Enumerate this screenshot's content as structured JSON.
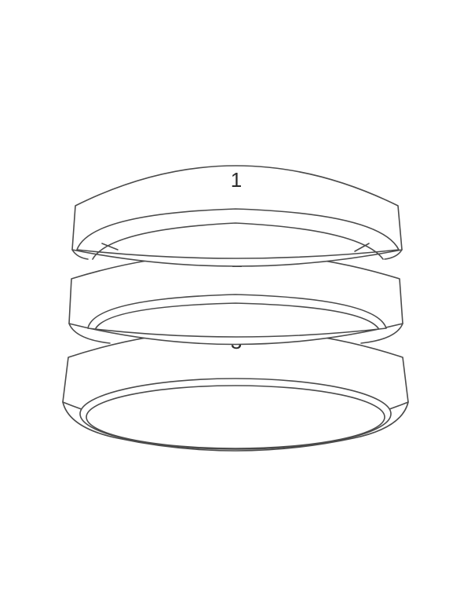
{
  "rings": [
    {
      "label": "1"
    },
    {
      "label": "2"
    },
    {
      "label": "3"
    }
  ],
  "colors": {
    "background": "#ffffff",
    "outline": "#4a4a4a",
    "label": "#2b2b2b"
  }
}
